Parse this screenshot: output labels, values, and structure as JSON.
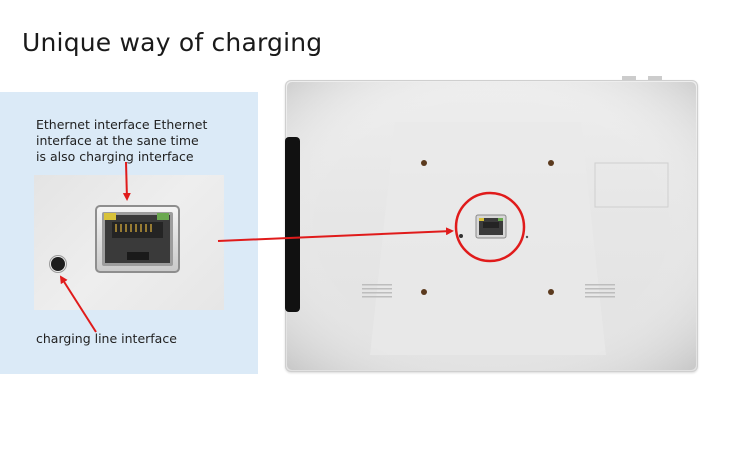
{
  "title": "Unique way of charging",
  "callouts": {
    "ethernet_line1": "Ethernet interface Ethernet",
    "ethernet_line2": "interface at the sane time",
    "ethernet_line3": "is also charging interface",
    "charging": "charging line interface"
  },
  "colors": {
    "arrow": "#e01b1b",
    "panel": "#dbeaf7",
    "device_body": "#e8e8e8"
  },
  "icons": {
    "ethernet_port": "rj45-port-icon",
    "charging_port": "dc-jack-icon"
  }
}
